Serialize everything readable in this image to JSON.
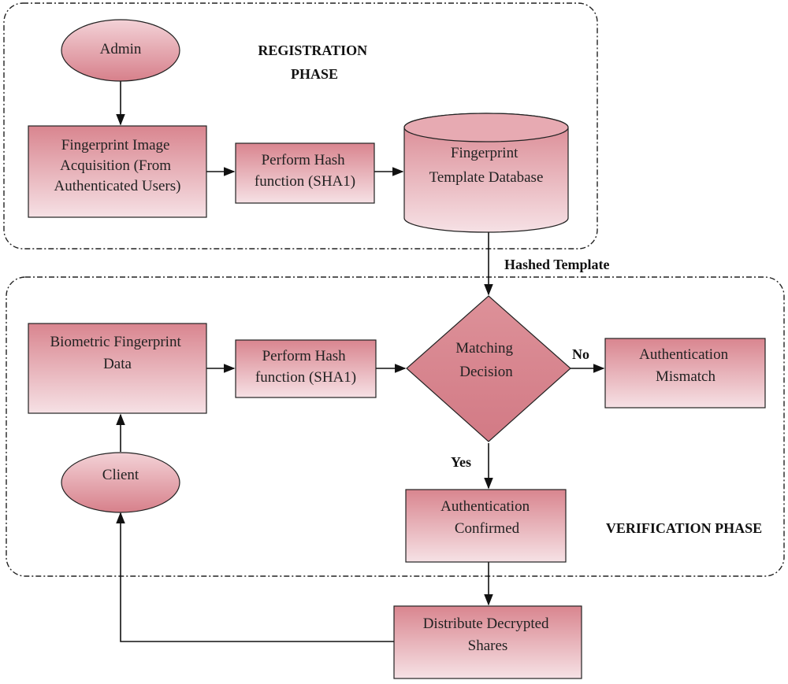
{
  "phases": {
    "registration": [
      "REGISTRATION",
      "PHASE"
    ],
    "verification": "VERIFICATION PHASE"
  },
  "nodes": {
    "admin": [
      "Admin"
    ],
    "acquisition": [
      "Fingerprint Image",
      "Acquisition (From",
      "Authenticated Users)"
    ],
    "hash_register": [
      "Perform Hash",
      "function (SHA1)"
    ],
    "database": [
      "Fingerprint",
      "Template Database"
    ],
    "biometric": [
      "Biometric Fingerprint",
      "Data"
    ],
    "hash_verify": [
      "Perform Hash",
      "function (SHA1)"
    ],
    "decision": [
      "Matching",
      "Decision"
    ],
    "mismatch": [
      "Authentication",
      "Mismatch"
    ],
    "confirmed": [
      "Authentication",
      "Confirmed"
    ],
    "client": [
      "Client"
    ],
    "distribute": [
      "Distribute Decrypted",
      "Shares"
    ]
  },
  "edge_labels": {
    "hashed_template": "Hashed Template",
    "no": "No",
    "yes": "Yes"
  },
  "colors": {
    "fill_top": "#f6e3e6",
    "fill_bottom": "#d9858f",
    "stroke": "#222222"
  }
}
